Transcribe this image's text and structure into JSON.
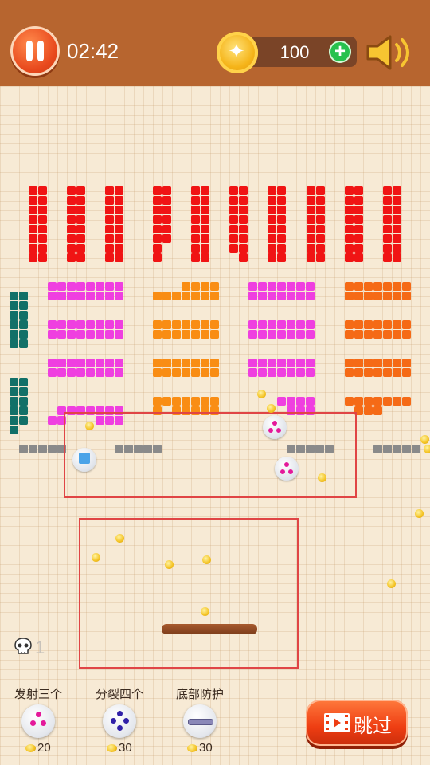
{
  "hud": {
    "timer": "02:42",
    "coins": "100",
    "icons": {
      "pause": "pause-icon",
      "coin": "coin-icon",
      "add": "plus-icon",
      "sound": "speaker-icon"
    }
  },
  "lives": "1",
  "powerups": [
    {
      "label": "发射三个",
      "cost": "20",
      "icon": "three-balls-icon"
    },
    {
      "label": "分裂四个",
      "cost": "30",
      "icon": "four-balls-icon"
    },
    {
      "label": "底部防护",
      "cost": "30",
      "icon": "bottom-shield-icon"
    }
  ],
  "skip": {
    "label": "跳过",
    "icon": "video-play-icon"
  },
  "colors": {
    "topbar": "#b7652f",
    "red": "#f01414",
    "pink": "#ef3fe0",
    "orange": "#f98d14",
    "teal": "#127068",
    "gray": "#8a8a8a",
    "paddle": "#7c3c1b",
    "accent": "#ee3d12"
  }
}
